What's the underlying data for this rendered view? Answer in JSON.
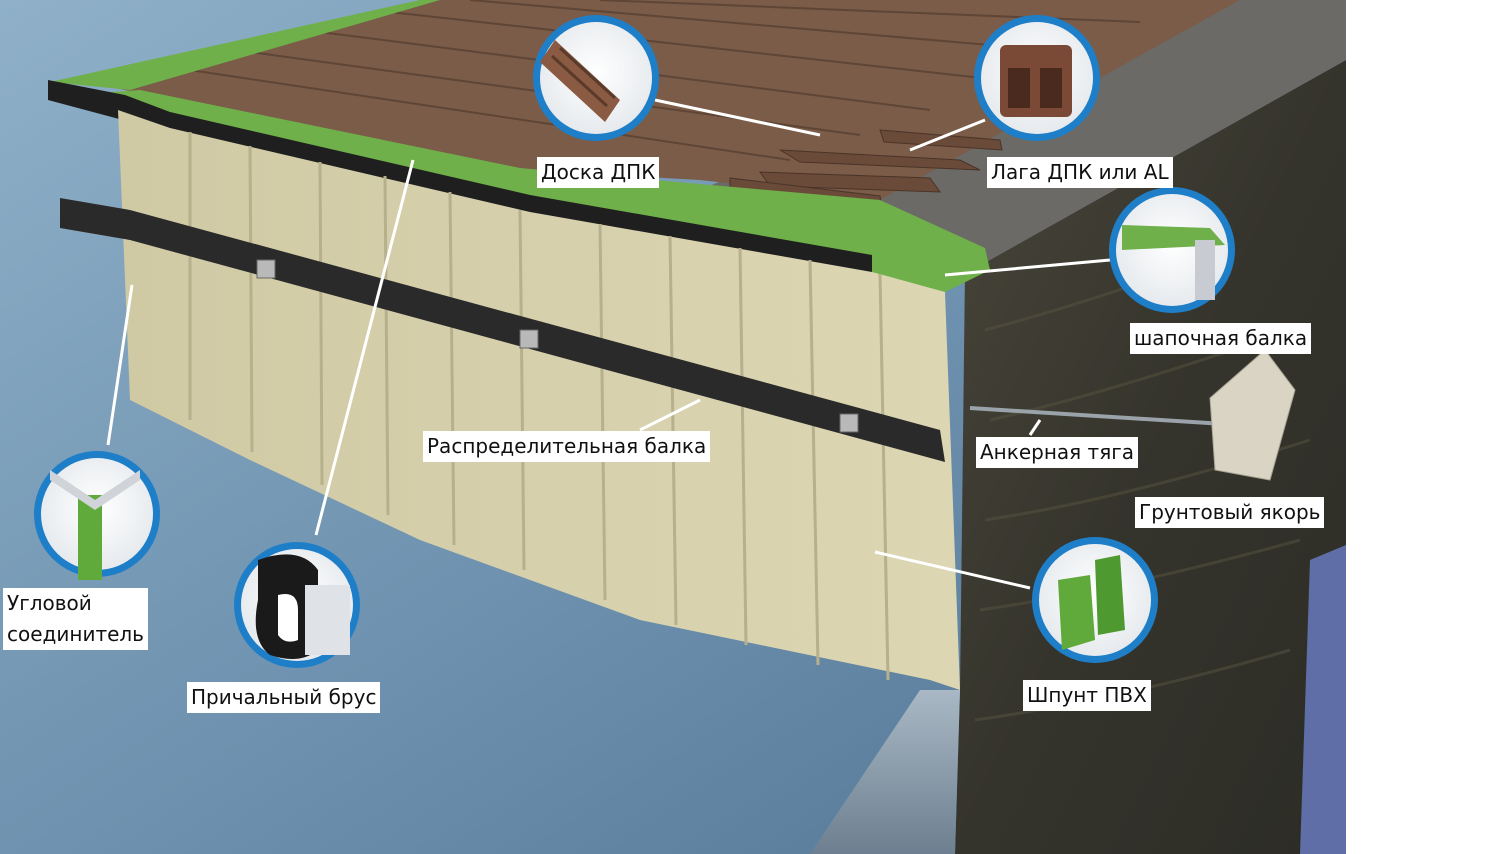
{
  "labels": {
    "doska": "Доска ДПК",
    "laga": "Лага ДПК или AL",
    "shapochnaya": "шапочная балка",
    "raspredelitelnaya": "Распределительная балка",
    "ankernaya": "Анкерная тяга",
    "gruntovy": "Грунтовый якорь",
    "uglovoy_line1": "Угловой",
    "uglovoy_line2": "соединитель",
    "prichalny": "Причальный брус",
    "shpunt": "Шпунт ПВХ"
  },
  "colors": {
    "water": "#6f93b0",
    "wall": "#d6cfaa",
    "deck": "#7a5c48",
    "cap_green": "#6fb04a",
    "beam": "#2a2a2a",
    "soil": "#3f3d33",
    "callout_ring": "#1e7fc8",
    "side_blue": "#5f6ea6"
  }
}
